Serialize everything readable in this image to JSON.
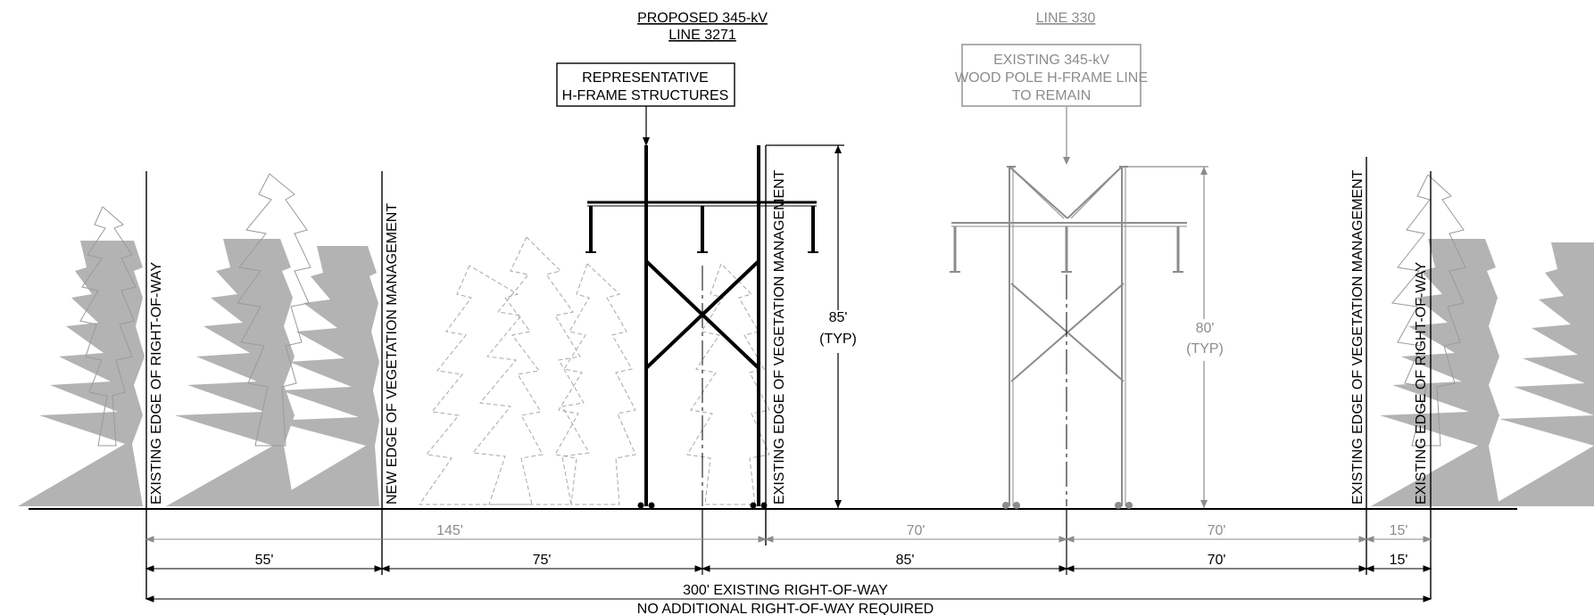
{
  "proposed_line": {
    "title_line1": "PROPOSED 345-kV",
    "title_line2": "LINE 3271",
    "callout_line1": "REPRESENTATIVE",
    "callout_line2": "H-FRAME STRUCTURES",
    "height_value": "85'",
    "height_note": "(TYP)"
  },
  "existing_line": {
    "title": "LINE 330",
    "callout_line1": "EXISTING 345-kV",
    "callout_line2": "WOOD POLE H-FRAME LINE",
    "callout_line3": "TO REMAIN",
    "height_value": "80'",
    "height_note": "(TYP)"
  },
  "vertical_labels": {
    "existing_row_left": "EXISTING EDGE OF RIGHT-OF-WAY",
    "new_veg_edge": "NEW EDGE OF VEGETATION MANAGEMENT",
    "existing_veg_edge_center": "EXISTING EDGE OF VEGETATION MANAGEMENT",
    "existing_veg_edge_right": "EXISTING EDGE OF VEGETATION MANAGEMENT",
    "existing_row_right": "EXISTING EDGE OF RIGHT-OF-WAY"
  },
  "existing_dimensions": [
    "145'",
    "70'",
    "70'",
    "15'"
  ],
  "proposed_dimensions": [
    "55'",
    "75'",
    "85'",
    "70'",
    "15'"
  ],
  "total_row": {
    "line1": "300' EXISTING RIGHT-OF-WAY",
    "line2": "NO ADDITIONAL RIGHT-OF-WAY REQUIRED"
  },
  "colors": {
    "ink": "#000000",
    "existing_ink": "#8c8c8c",
    "tree_fill": "#b3b3b3",
    "tree_outline": "#999999"
  }
}
